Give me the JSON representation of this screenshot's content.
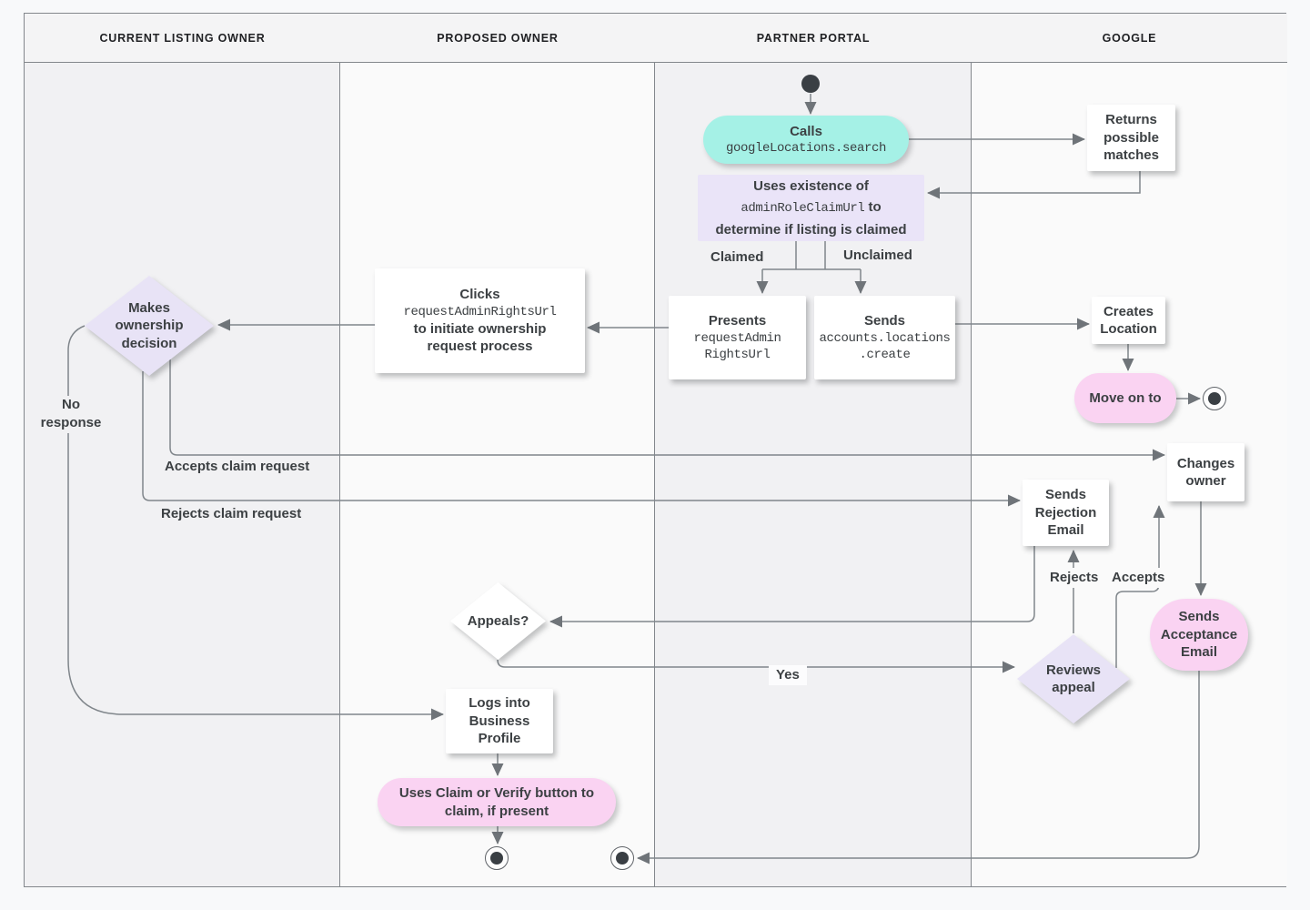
{
  "lanes": [
    {
      "label": "CURRENT LISTING OWNER"
    },
    {
      "label": "PROPOSED OWNER"
    },
    {
      "label": "PARTNER PORTAL"
    },
    {
      "label": "GOOGLE"
    }
  ],
  "nodes": {
    "calls": {
      "label": "Calls",
      "code": "googleLocations.search"
    },
    "returns_matches": {
      "label": "Returns possible matches"
    },
    "uses_existence": {
      "text_pre": "Uses existence of",
      "code": "adminRoleClaimUrl",
      "text_post": "to determine if listing is claimed"
    },
    "presents": {
      "label": "Presents",
      "code_line1": "requestAdmin",
      "code_line2": "RightsUrl"
    },
    "sends_create": {
      "label": "Sends",
      "code_line1": "accounts.locations",
      "code_line2": ".create"
    },
    "clicks": {
      "label": "Clicks",
      "code": "requestAdminRightsUrl",
      "text_post": "to initiate ownership request process"
    },
    "makes_decision": {
      "label": "Makes ownership decision"
    },
    "creates_location": {
      "label": "Creates Location"
    },
    "move_on": {
      "label": "Move on to"
    },
    "changes_owner": {
      "label": "Changes owner"
    },
    "sends_rejection": {
      "label": "Sends Rejection Email"
    },
    "sends_acceptance": {
      "label": "Sends Acceptance Email"
    },
    "reviews_appeal": {
      "label": "Reviews appeal"
    },
    "appeals": {
      "label": "Appeals?"
    },
    "logs_in": {
      "label": "Logs into Business Profile"
    },
    "uses_claim": {
      "label": "Uses Claim or Verify button to claim, if present"
    }
  },
  "edge_labels": {
    "claimed": "Claimed",
    "unclaimed": "Unclaimed",
    "no_response": "No response",
    "accepts_claim": "Accepts claim request",
    "rejects_claim": "Rejects claim request",
    "yes": "Yes",
    "rejects": "Rejects",
    "accepts": "Accepts"
  },
  "colors": {
    "teal": "#a5f1e6",
    "purple_note": "#eae4f8",
    "purple_diamond": "#e8e3f6",
    "pink": "#fad3f2",
    "line": "#80868b",
    "arrow": "#6f7479",
    "text": "#3c4043",
    "lane_gray": "#f1f1f3",
    "lane_light": "#fafafa",
    "header_bg": "#f4f4f5",
    "border": "#83878c"
  }
}
